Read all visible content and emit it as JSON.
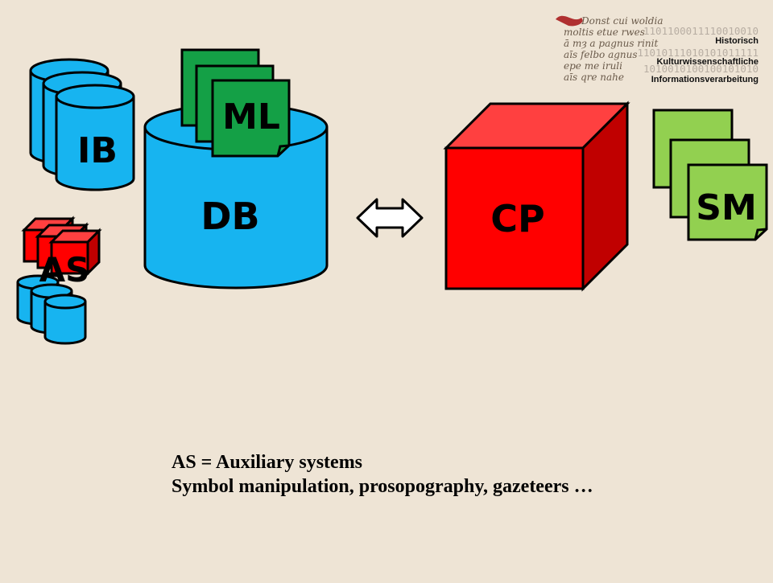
{
  "diagram": {
    "labels": {
      "ib": "IB",
      "db": "DB",
      "ml": "ML",
      "cp": "CP",
      "sm": "SM",
      "as": "AS"
    },
    "connector": "double-arrow"
  },
  "logo": {
    "binary_lines": [
      "1101100011110010010",
      "11010111010101011111",
      "1010010100100101010"
    ],
    "text_lines": [
      "Historisch",
      "Kulturwissenschaftliche",
      "Informationsverarbeitung"
    ],
    "script_lines": [
      "Donst cui woldia",
      "moltis etue rwes",
      "ā mȝ a pagnus rinit",
      "aīs felbo agnus",
      "epe me iruli",
      "aīs qre nahe"
    ]
  },
  "caption": {
    "line1": "AS = Auxiliary systems",
    "line2": "Symbol manipulation, prosopography, gazeteers …"
  },
  "colors": {
    "background": "#EEE4D5",
    "database_blue": "#17B4F0",
    "document_dark_green": "#14A046",
    "document_light_green": "#92D050",
    "cube_red": "#FF0000"
  }
}
